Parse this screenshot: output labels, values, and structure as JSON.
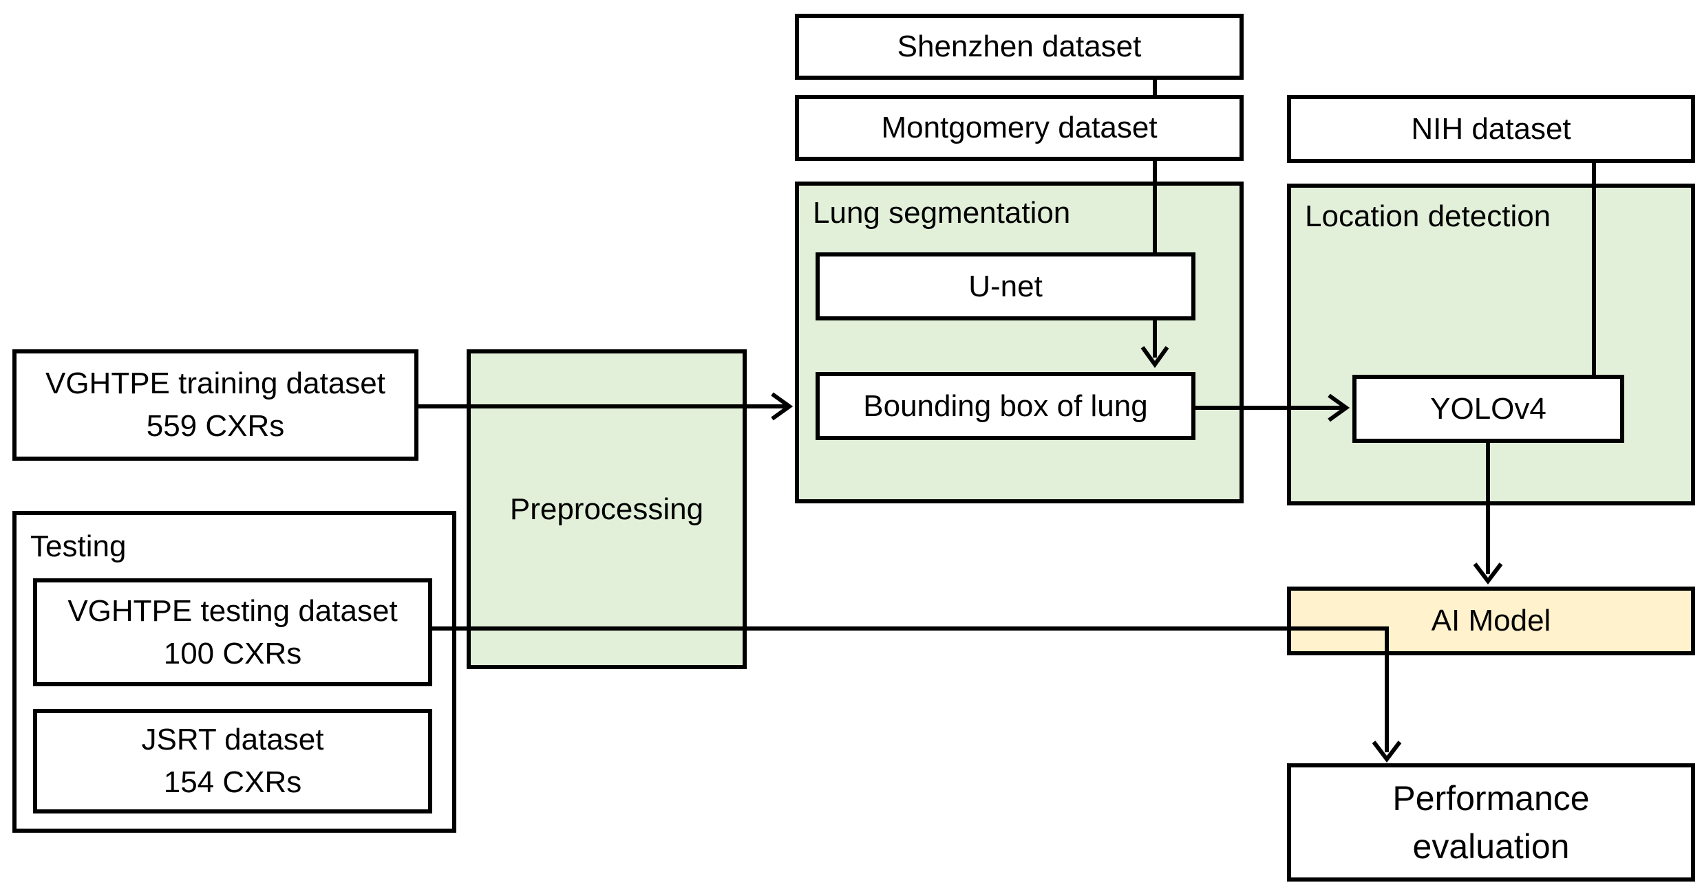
{
  "colors": {
    "border": "#000000",
    "green_fill": "#e2f0d9",
    "yellow_fill": "#fff2cc",
    "background": "#ffffff"
  },
  "datasets": {
    "shenzhen": "Shenzhen dataset",
    "montgomery": "Montgomery dataset",
    "nih": "NIH dataset",
    "vghtpe_training": {
      "line1": "VGHTPE training dataset",
      "line2": "559 CXRs"
    }
  },
  "testing": {
    "title": "Testing",
    "vghtpe_testing": {
      "line1": "VGHTPE testing dataset",
      "line2": "100 CXRs"
    },
    "jsrt": {
      "line1": "JSRT dataset",
      "line2": "154 CXRs"
    }
  },
  "preprocessing": "Preprocessing",
  "lung_segmentation": {
    "title": "Lung segmentation",
    "unet": "U-net",
    "bounding_box": "Bounding box of lung"
  },
  "location_detection": {
    "title": "Location detection",
    "yolo": "YOLOv4"
  },
  "ai_model": "AI Model",
  "performance": {
    "line1": "Performance",
    "line2": "evaluation"
  }
}
